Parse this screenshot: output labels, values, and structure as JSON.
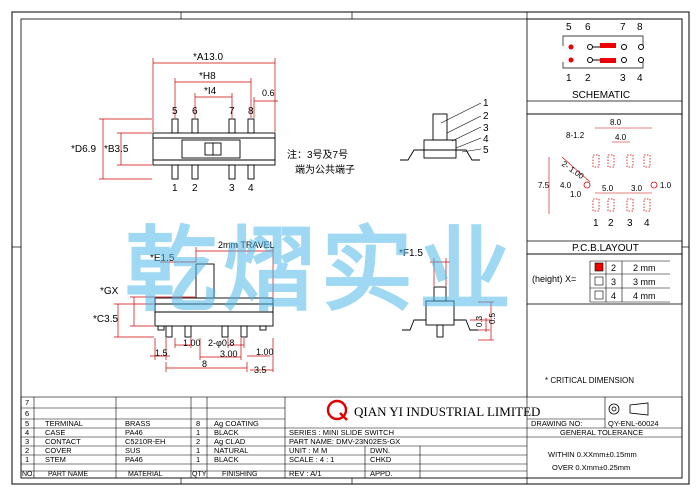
{
  "views": {
    "top": {
      "dim_a": "*A13.0",
      "dim_h": "*H8",
      "dim_i": "*I4",
      "dim_06": "0.6",
      "dim_d": "*D6.9",
      "dim_b": "*B3.5",
      "pins_top": [
        "5",
        "6",
        "7",
        "8"
      ],
      "pins_bottom": [
        "1",
        "2",
        "3",
        "4"
      ]
    },
    "note_line1": "注：3号及7号",
    "note_line2": "端为公共端子",
    "side": {
      "callouts": [
        "1",
        "2",
        "3",
        "4",
        "5"
      ],
      "dim_f": "*F1.5",
      "dim_03": "0.3",
      "dim_05": "0.5"
    },
    "front": {
      "travel": "2mm TRAVEL",
      "dim_e": "*E1.5",
      "dim_g": "*GX",
      "dim_c": "*C3.5",
      "dim_15": "1.5",
      "dim_100a": "1.00",
      "dim_d08": "2-φ0.8",
      "dim_100b": "1.00",
      "dim_300": "3.00",
      "dim_8": "8",
      "dim_35": "3.5"
    }
  },
  "schematic": {
    "pins_top": [
      "5",
      "6",
      "7",
      "8"
    ],
    "pins_bottom": [
      "1",
      "2",
      "3",
      "4"
    ],
    "title": "SCHEMATIC"
  },
  "pcb": {
    "dim_80": "8.0",
    "dim_812": "8-1.2",
    "dim_40": "4.0",
    "dim_2100": "2- 1.00",
    "dim_75": "7.5",
    "dim_40b": "4.0",
    "dim_10a": "1.0",
    "dim_50": "5.0",
    "dim_30": "3.0",
    "dim_10b": "1.0",
    "pins_bottom": [
      "1",
      "2",
      "3",
      "4"
    ],
    "title": "P.C.B.LAYOUT"
  },
  "height_table": {
    "label": "(height)  X=",
    "rows": [
      {
        "num": "2",
        "val": "2 mm"
      },
      {
        "num": "3",
        "val": "3 mm"
      },
      {
        "num": "4",
        "val": "4 mm"
      }
    ]
  },
  "critical": "* CRITICAL  DIMENSION",
  "watermark": "乾熠实业",
  "parts": {
    "headers": [
      "NO.",
      "PART NAME",
      "MATERIAL",
      "QTY",
      "FINISHING"
    ],
    "rows": [
      {
        "no": "7",
        "name": "",
        "mat": "",
        "qty": "",
        "fin": ""
      },
      {
        "no": "6",
        "name": "",
        "mat": "",
        "qty": "",
        "fin": ""
      },
      {
        "no": "5",
        "name": "TERMINAL",
        "mat": "BRASS",
        "qty": "8",
        "fin": "Ag  COATING"
      },
      {
        "no": "4",
        "name": "CASE",
        "mat": "PA46",
        "qty": "1",
        "fin": "BLACK"
      },
      {
        "no": "3",
        "name": "CONTACT",
        "mat": "C5210R-EH",
        "qty": "2",
        "fin": "Ag  CLAD"
      },
      {
        "no": "2",
        "name": "COVER",
        "mat": "SUS",
        "qty": "1",
        "fin": "NATURAL"
      },
      {
        "no": "1",
        "name": "STEM",
        "mat": "PA46",
        "qty": "1",
        "fin": "BLACK"
      }
    ]
  },
  "company": "QIAN YI INDUSTRIAL LIMITED",
  "series": "SERIES : MINI SLIDE SWITCH",
  "part_number": "PART NAME: DMV-23N02ES-GX",
  "unit": "UNIT : M M",
  "scale": "SCALE : 4 : 1",
  "rev": "REV  : A/1",
  "dwn": "DWN.",
  "chkd": "CHKD",
  "appd": "APPD.",
  "drawing_no": "DRAWING NO:",
  "drawing_val": "QY-ENL-60024",
  "tolerance": "GENERAL TOLERANCE",
  "tol1": "WITHIN  0.XXmm±0.15mm",
  "tol2": "OVER   0.Xmm±0.25mm",
  "logo_letter": "Q"
}
